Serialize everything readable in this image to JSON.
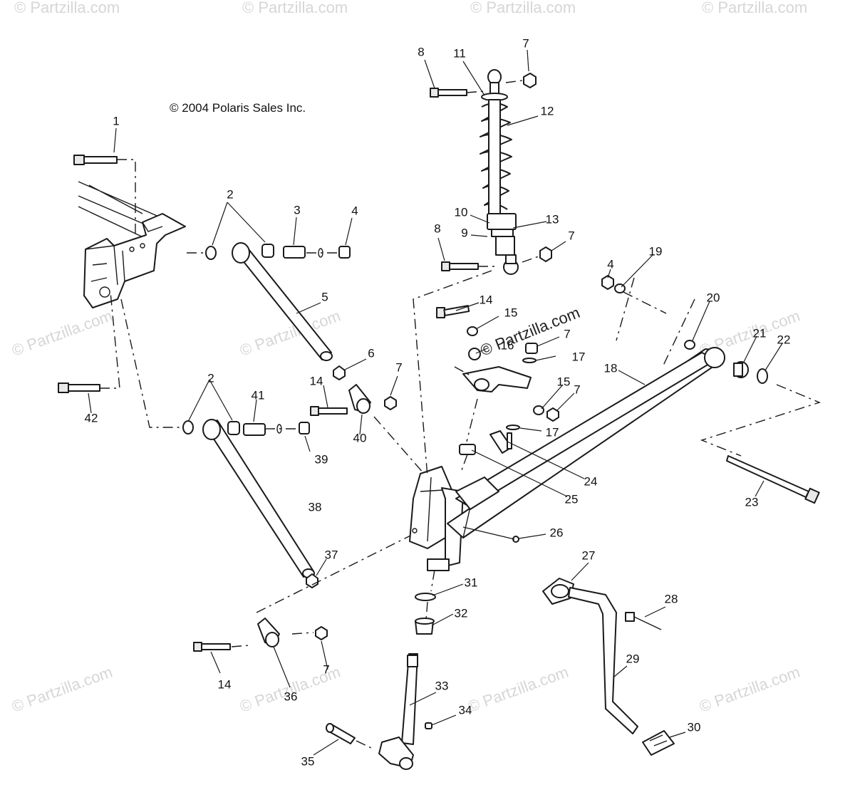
{
  "copyright": "© 2004 Polaris Sales Inc.",
  "watermark": "© Partzilla.com",
  "callouts": {
    "c1": "1",
    "c2a": "2",
    "c2b": "2",
    "c3": "3",
    "c4a": "4",
    "c4b": "4",
    "c5": "5",
    "c6": "6",
    "c7a": "7",
    "c7b": "7",
    "c7c": "7",
    "c7d": "7",
    "c7e": "7",
    "c7f": "7",
    "c8a": "8",
    "c8b": "8",
    "c9": "9",
    "c10": "10",
    "c11": "11",
    "c12": "12",
    "c13": "13",
    "c14a": "14",
    "c14b": "14",
    "c14c": "14",
    "c15a": "15",
    "c15b": "15",
    "c16": "16",
    "c17a": "17",
    "c17b": "17",
    "c18": "18",
    "c19": "19",
    "c20": "20",
    "c21": "21",
    "c22": "22",
    "c23": "23",
    "c24": "24",
    "c25": "25",
    "c26": "26",
    "c27": "27",
    "c28": "28",
    "c29": "29",
    "c30": "30",
    "c31": "31",
    "c32": "32",
    "c33": "33",
    "c34": "34",
    "c35": "35",
    "c36": "36",
    "c37": "37",
    "c38": "38",
    "c39": "39",
    "c40": "40",
    "c41": "41",
    "c42": "42"
  }
}
